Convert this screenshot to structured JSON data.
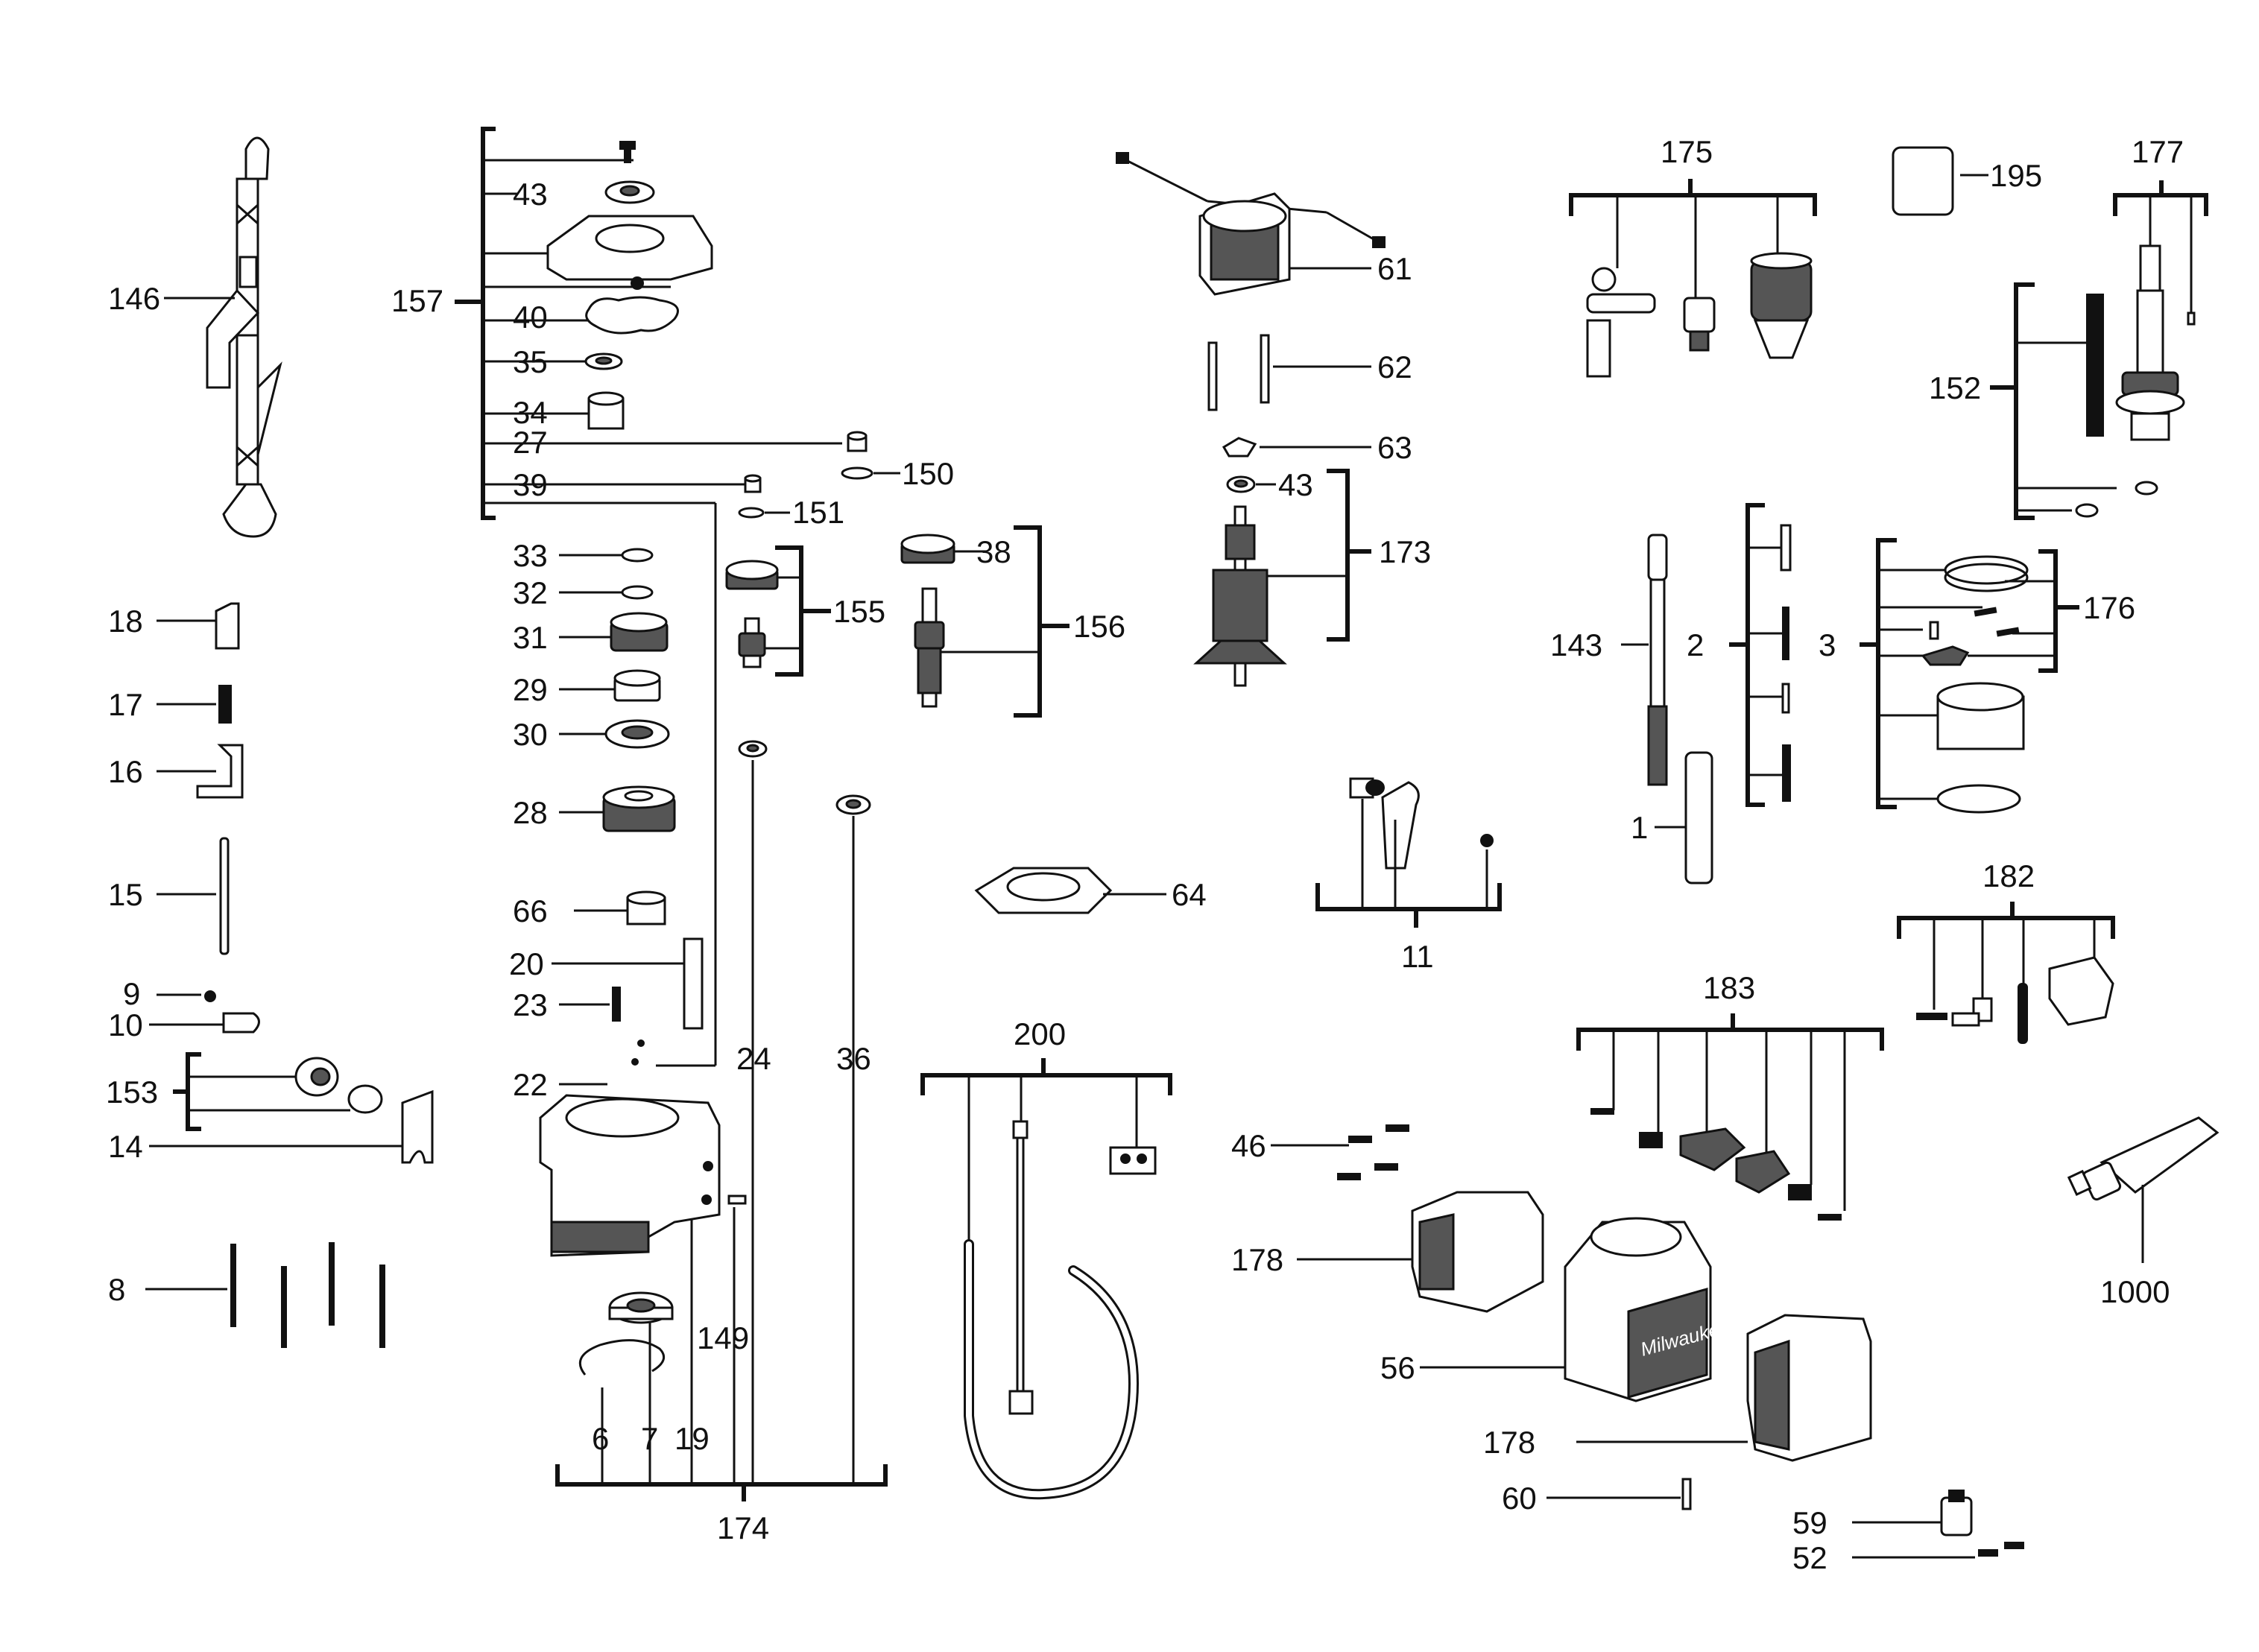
{
  "labels": {
    "l146": "146",
    "l157": "157",
    "l43a": "43",
    "l40": "40",
    "l35": "35",
    "l34": "34",
    "l27": "27",
    "l39": "39",
    "l150": "150",
    "l151": "151",
    "l33": "33",
    "l32": "32",
    "l31": "31",
    "l29": "29",
    "l30": "30",
    "l28": "28",
    "l66": "66",
    "l20": "20",
    "l23": "23",
    "l22": "22",
    "l155": "155",
    "l38": "38",
    "l156": "156",
    "l24": "24",
    "l36": "36",
    "l18": "18",
    "l17": "17",
    "l16": "16",
    "l15": "15",
    "l9": "9",
    "l10": "10",
    "l153": "153",
    "l14": "14",
    "l8": "8",
    "l6": "6",
    "l7": "7",
    "l19": "19",
    "l149": "149",
    "l174": "174",
    "l61": "61",
    "l62": "62",
    "l63": "63",
    "l43b": "43",
    "l173": "173",
    "l64": "64",
    "l11": "11",
    "l200": "200",
    "l175": "175",
    "l195": "195",
    "l177": "177",
    "l152": "152",
    "l143": "143",
    "l2": "2",
    "l3": "3",
    "l176": "176",
    "l1": "1",
    "l182": "182",
    "l183": "183",
    "l46": "46",
    "l178a": "178",
    "l56": "56",
    "l178b": "178",
    "l60": "60",
    "l59": "59",
    "l52": "52",
    "l1000": "1000"
  },
  "icons": [
    "hanger-strap-icon",
    "brush-holder-icon",
    "armature-icon",
    "field-coil-icon",
    "gear-icon",
    "bearing-icon",
    "drill-chuck-icon",
    "grease-tube-icon",
    "motor-housing-icon",
    "hose-icon",
    "screw-icon"
  ],
  "colors": {
    "ink": "#111111",
    "background": "#ffffff",
    "shade": "#555555"
  }
}
